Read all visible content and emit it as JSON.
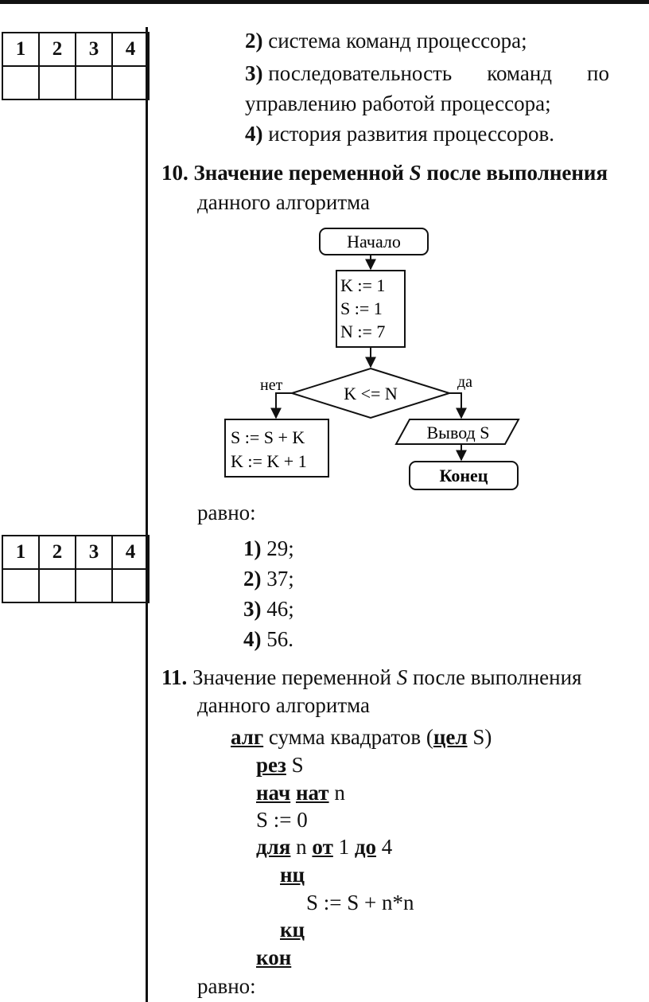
{
  "answer_grids": [
    {
      "headers": [
        "1",
        "2",
        "3",
        "4"
      ]
    },
    {
      "headers": [
        "1",
        "2",
        "3",
        "4"
      ]
    }
  ],
  "q9_tail": {
    "opt2_num": "2)",
    "opt2_text": "система команд процессора;",
    "opt3_num": "3)",
    "opt3_w1": "последовательность",
    "opt3_w2": "команд",
    "opt3_w3": "по",
    "opt3_line2": "управлению работой процессора;",
    "opt4_num": "4)",
    "opt4_text": "история развития процессоров."
  },
  "q10": {
    "number": "10.",
    "text_a": "Значение переменной",
    "var": "S",
    "text_b": "после выполнения",
    "line2": "данного алгоритма",
    "flowchart": {
      "start": "Начало",
      "init": [
        "K := 1",
        "S := 1",
        "N := 7"
      ],
      "condition": "K <= N",
      "no": "нет",
      "yes": "да",
      "body": [
        "S := S + K",
        "K := K + 1"
      ],
      "output": "Вывод S",
      "end": "Конец"
    },
    "equals": "равно:",
    "options": [
      {
        "num": "1)",
        "text": "29;"
      },
      {
        "num": "2)",
        "text": "37;"
      },
      {
        "num": "3)",
        "text": "46;"
      },
      {
        "num": "4)",
        "text": "56."
      }
    ]
  },
  "q11": {
    "number": "11.",
    "text_a": "Значение переменной",
    "var": "S",
    "text_b": "после выполнения",
    "line2": "данного алгоритма",
    "code": {
      "l1_kw": "алг",
      "l1_text": "сумма квадратов (",
      "l1_kw2": "цел",
      "l1_end": "S)",
      "l2_kw": "рез",
      "l2_text": "S",
      "l3_kw": "нач",
      "l3_kw2": "нат",
      "l3_text": "n",
      "l4_text": "S := 0",
      "l5_kw": "для",
      "l5_t1": "n",
      "l5_kw2": "от",
      "l5_t2": "1",
      "l5_kw3": "до",
      "l5_t3": "4",
      "l6_kw": "нц",
      "l7_text": "S := S + n*n",
      "l8_kw": "кц",
      "l9_kw": "кон"
    },
    "equals": "равно:"
  }
}
